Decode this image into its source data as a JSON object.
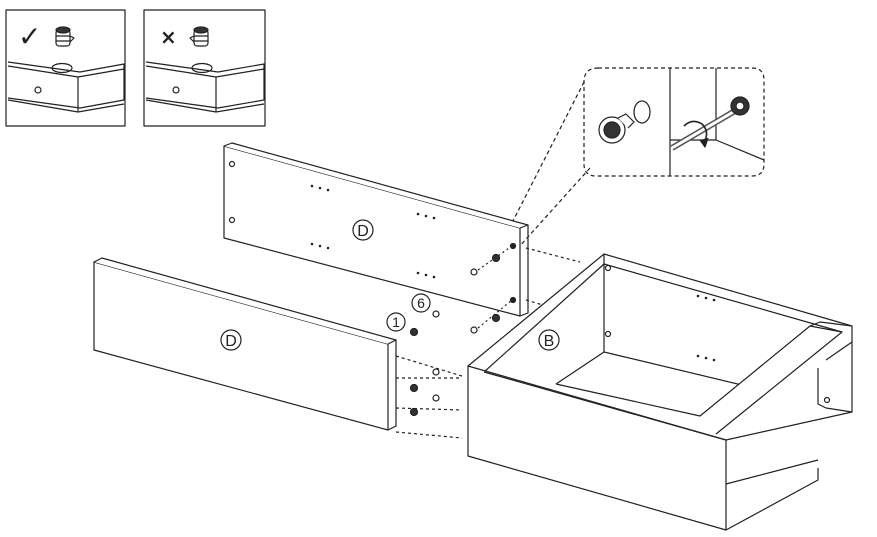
{
  "inset_correct": {
    "mark": "✓"
  },
  "inset_wrong": {
    "mark": "×"
  },
  "labels": {
    "back_panel": "D",
    "front_panel": "D",
    "box": "B",
    "part_cam_lock": "1",
    "part_dowel": "6"
  },
  "colors": {
    "stroke": "#222222",
    "fill": "#ffffff",
    "shade": "#e8e8e8",
    "dark": "#333333"
  }
}
